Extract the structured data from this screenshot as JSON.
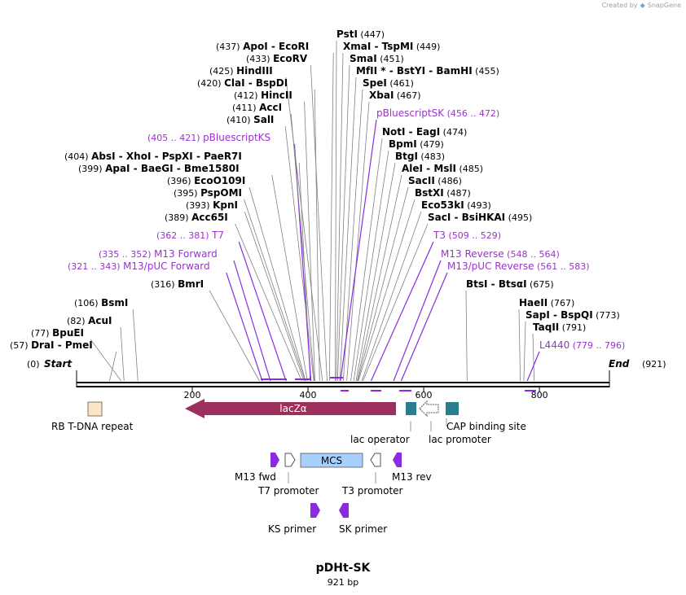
{
  "credit": {
    "text": "Created by",
    "brand": "SnapGene"
  },
  "plasmid": {
    "name": "pDHt-SK",
    "size_label": "921 bp",
    "length": 921
  },
  "ruler": {
    "start_label": "Start",
    "start_pos": "(0)",
    "end_label": "End",
    "end_pos": "(921)",
    "ticks": [
      {
        "pos": 200,
        "label": "200"
      },
      {
        "pos": 400,
        "label": "400"
      },
      {
        "pos": 600,
        "label": "600"
      },
      {
        "pos": 800,
        "label": "800"
      }
    ]
  },
  "sites": [
    {
      "pos": "(57)",
      "name": "DraI  -  PmeI",
      "side": "left"
    },
    {
      "pos": "(77)",
      "name": "BpuEI",
      "side": "left"
    },
    {
      "pos": "(82)",
      "name": "AcuI",
      "side": "left"
    },
    {
      "pos": "(106)",
      "name": "BsmI",
      "side": "left"
    },
    {
      "pos": "(316)",
      "name": "BmrI",
      "side": "left"
    },
    {
      "pos": "(321 .. 343)",
      "name": "M13/pUC Forward",
      "side": "left",
      "primer": true
    },
    {
      "pos": "(335 .. 352)",
      "name": "M13 Forward",
      "side": "left",
      "primer": true
    },
    {
      "pos": "(362 .. 381)",
      "name": "T7",
      "side": "left",
      "primer": true
    },
    {
      "pos": "(389)",
      "name": "Acc65I",
      "side": "left"
    },
    {
      "pos": "(393)",
      "name": "KpnI",
      "side": "left"
    },
    {
      "pos": "(395)",
      "name": "PspOMI",
      "side": "left"
    },
    {
      "pos": "(396)",
      "name": "EcoO109I",
      "side": "left"
    },
    {
      "pos": "(399)",
      "name": "ApaI  -  BaeGI  -  Bme1580I",
      "side": "left"
    },
    {
      "pos": "(404)",
      "name": "AbsI  -  XhoI  -  PspXI  -  PaeR7I",
      "side": "left"
    },
    {
      "pos": "(405 .. 421)",
      "name": "pBluescriptKS",
      "side": "left",
      "primer": true
    },
    {
      "pos": "(410)",
      "name": "SalI",
      "side": "left"
    },
    {
      "pos": "(411)",
      "name": "AccI",
      "side": "left"
    },
    {
      "pos": "(412)",
      "name": "HincII",
      "side": "left"
    },
    {
      "pos": "(420)",
      "name": "ClaI  -  BspDI",
      "side": "left"
    },
    {
      "pos": "(425)",
      "name": "HindIII",
      "side": "left"
    },
    {
      "pos": "(433)",
      "name": "EcoRV",
      "side": "left"
    },
    {
      "pos": "(437)",
      "name": "ApoI  -  EcoRI",
      "side": "left"
    },
    {
      "pos": "(447)",
      "name": "PstI",
      "side": "right"
    },
    {
      "pos": "(449)",
      "name": "XmaI  -  TspMI",
      "side": "right"
    },
    {
      "pos": "(451)",
      "name": "SmaI",
      "side": "right"
    },
    {
      "pos": "(455)",
      "name": "MfII *  -  BstYI  -  BamHI",
      "side": "right"
    },
    {
      "pos": "(461)",
      "name": "SpeI",
      "side": "right"
    },
    {
      "pos": "(467)",
      "name": "XbaI",
      "side": "right"
    },
    {
      "pos": "(456 .. 472)",
      "name": "pBluescriptSK",
      "side": "right",
      "primer": true
    },
    {
      "pos": "(474)",
      "name": "NotI  -  EagI",
      "side": "right"
    },
    {
      "pos": "(479)",
      "name": "BpmI",
      "side": "right"
    },
    {
      "pos": "(483)",
      "name": "BtgI",
      "side": "right"
    },
    {
      "pos": "(485)",
      "name": "AleI  -  MslI",
      "side": "right"
    },
    {
      "pos": "(486)",
      "name": "SacII",
      "side": "right"
    },
    {
      "pos": "(487)",
      "name": "BstXI",
      "side": "right"
    },
    {
      "pos": "(493)",
      "name": "Eco53kI",
      "side": "right"
    },
    {
      "pos": "(495)",
      "name": "SacI  -  BsiHKAI",
      "side": "right"
    },
    {
      "pos": "(509 .. 529)",
      "name": "T3",
      "side": "right",
      "primer": true
    },
    {
      "pos": "(548 .. 564)",
      "name": "M13 Reverse",
      "side": "right",
      "primer": true
    },
    {
      "pos": "(561 .. 583)",
      "name": "M13/pUC Reverse",
      "side": "right",
      "primer": true
    },
    {
      "pos": "(675)",
      "name": "BtsI  -  BtsαI",
      "side": "right"
    },
    {
      "pos": "(767)",
      "name": "HaeII",
      "side": "right"
    },
    {
      "pos": "(773)",
      "name": "SapI  -  BspQI",
      "side": "right"
    },
    {
      "pos": "(791)",
      "name": "TaqII",
      "side": "right"
    },
    {
      "pos": "(779 .. 796)",
      "name": "L4440",
      "side": "right",
      "primer": true
    }
  ],
  "features": {
    "rb_tdna": "RB T-DNA repeat",
    "lacz": "lacZα",
    "lac_operator": "lac operator",
    "lac_promoter": "lac promoter",
    "cap_site": "CAP binding site",
    "mcs": "MCS",
    "m13_fwd": "M13 fwd",
    "t7_promoter": "T7 promoter",
    "t3_promoter": "T3 promoter",
    "m13_rev": "M13 rev",
    "ks_primer": "KS primer",
    "sk_primer": "SK primer"
  },
  "colors": {
    "enzyme_text": "#000000",
    "primer_text": "#9933cc",
    "primer_line": "#8a2be2",
    "site_line": "#808080",
    "lacz": "#9c2f5c",
    "rb_tdna": "#fde4c4",
    "operator": "#2a7c8f",
    "cap": "#2a7c8f",
    "mcs": "#a8d0ff",
    "primer_arrow": "#8a2be2"
  }
}
